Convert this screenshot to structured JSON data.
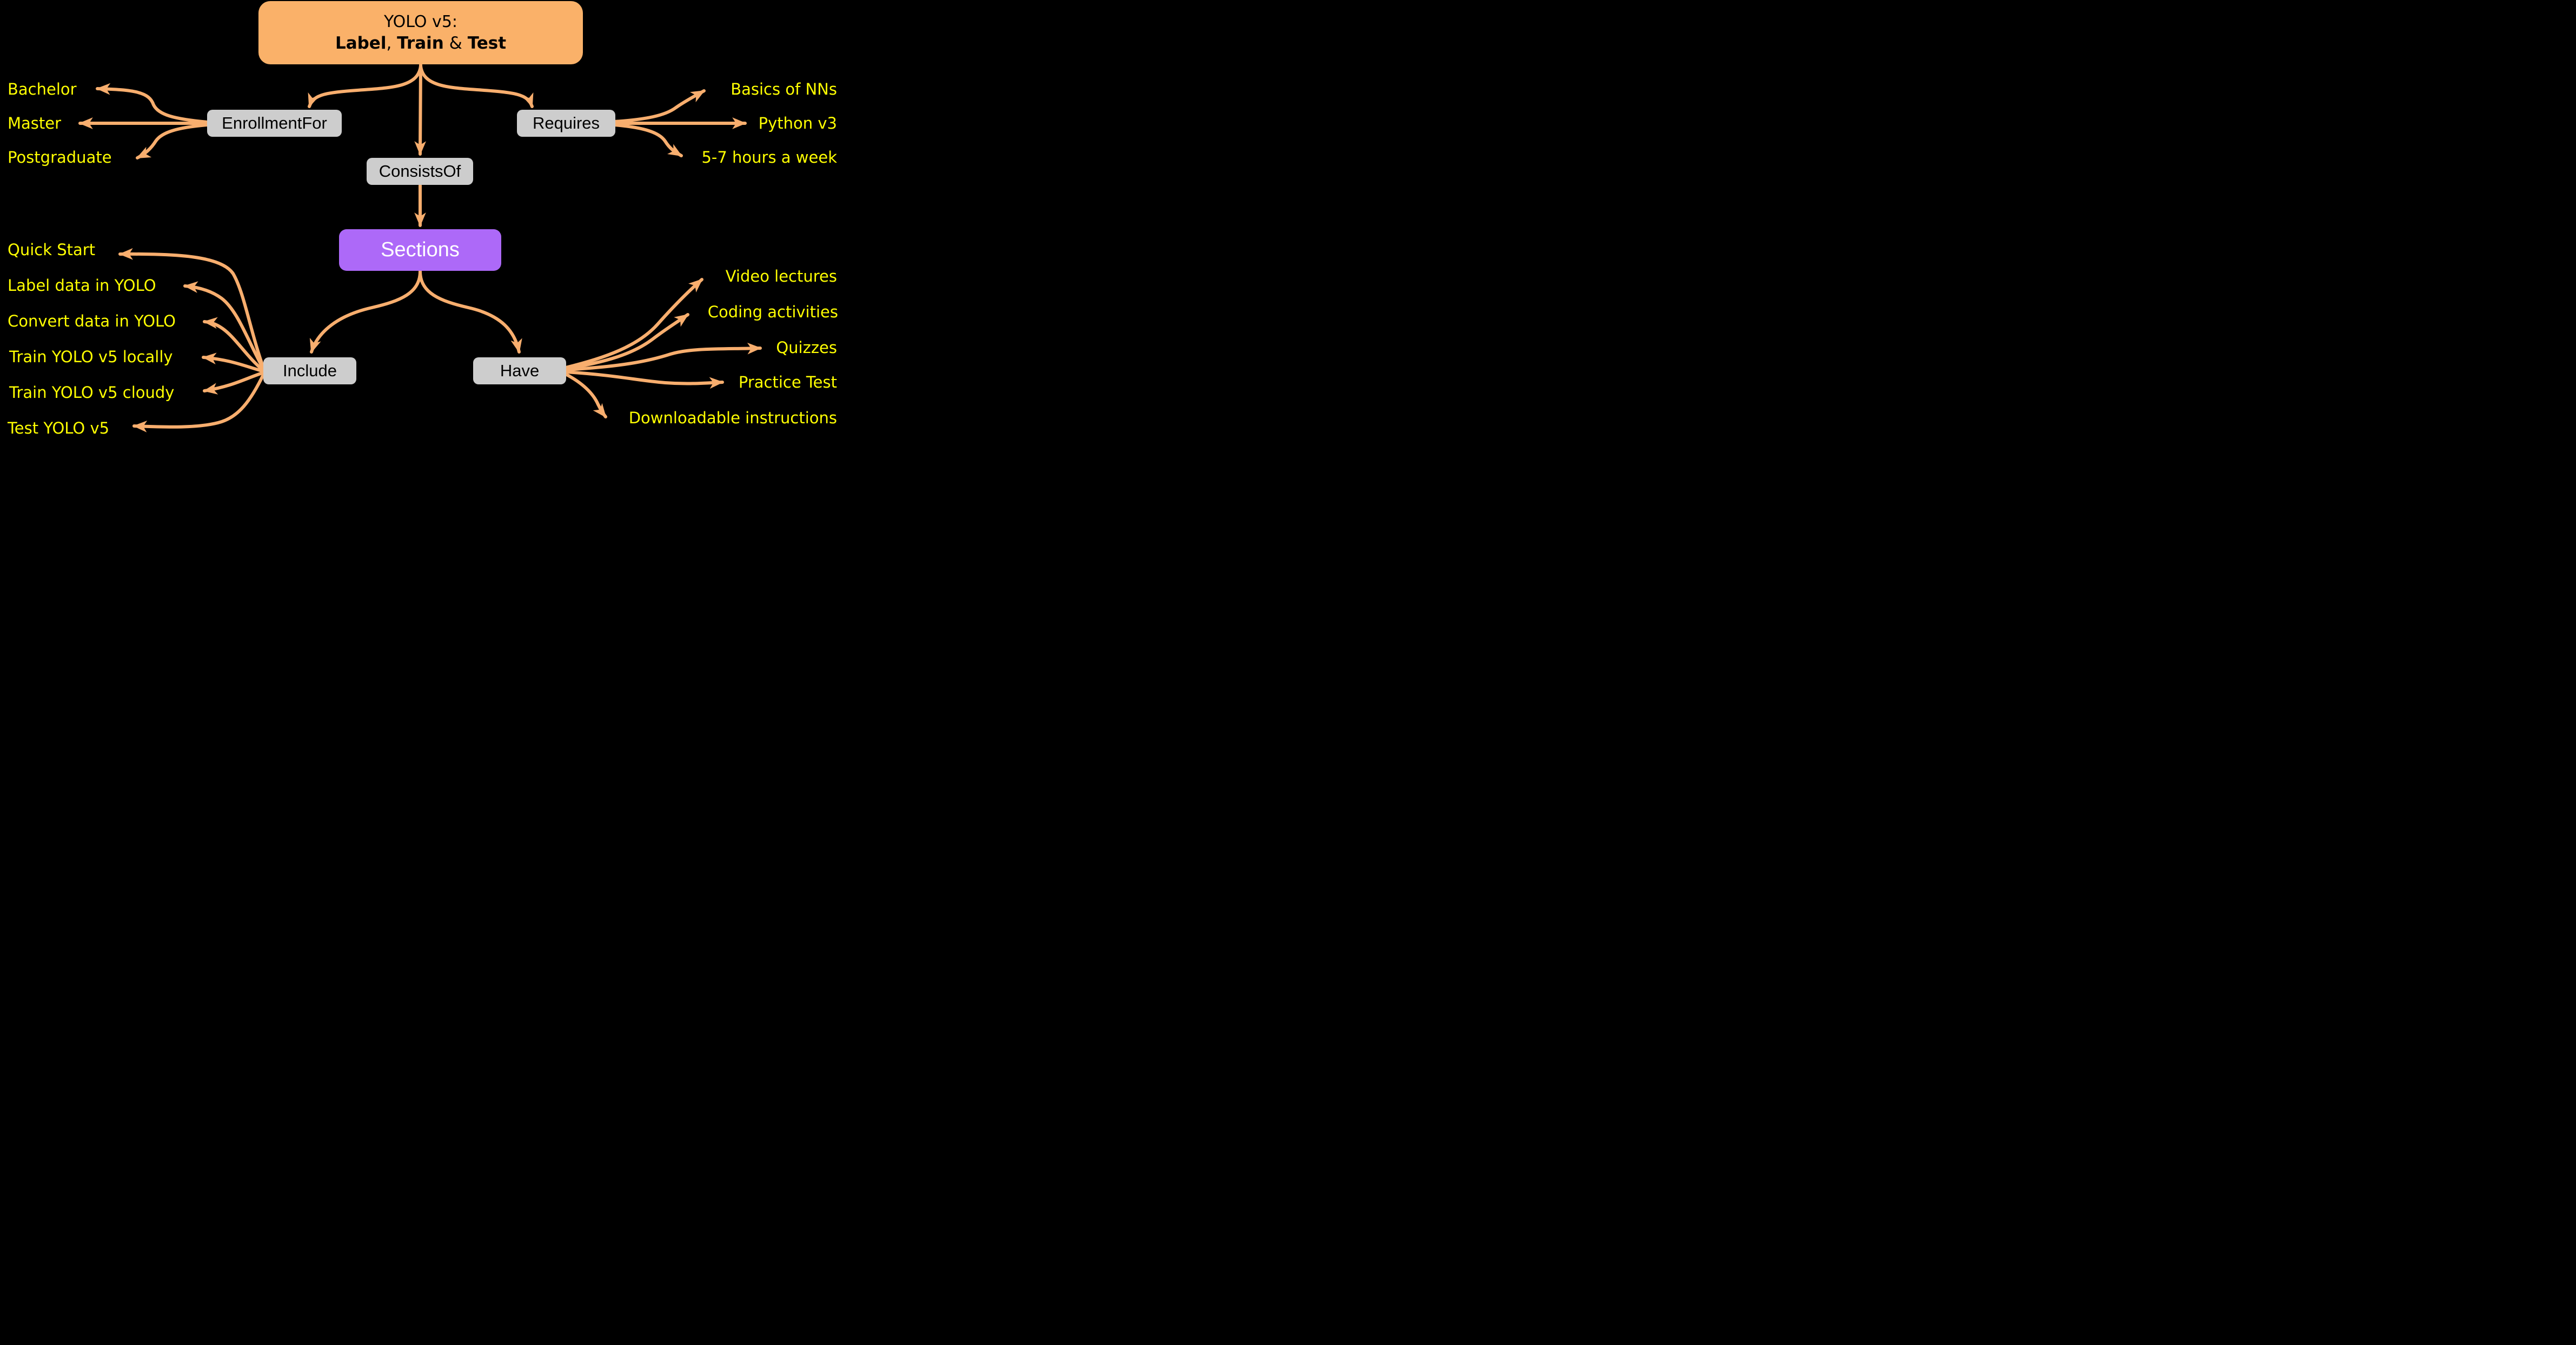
{
  "colors": {
    "background": "#000000",
    "arrow": "#F8AE6E",
    "root-bg": "#FAB169",
    "relation-bg": "#CDCDCD",
    "section-bg": "#AD69F8",
    "leaf-text": "#FFFF00",
    "node-text": "#000000",
    "section-text": "#FFFFFF"
  },
  "root": {
    "line1": "YOLO v5:",
    "line2_parts": [
      "Label",
      ", ",
      "Train",
      " & ",
      "Test"
    ]
  },
  "labels": {
    "enrollment": "EnrollmentFor",
    "requires": "Requires",
    "consists": "ConsistsOf",
    "sections": "Sections",
    "include": "Include",
    "have": "Have"
  },
  "leaves": {
    "enrollment": [
      "Bachelor",
      "Master",
      "Postgraduate"
    ],
    "requires": [
      "Basics of NNs",
      "Python v3",
      "5-7 hours a week"
    ],
    "include": [
      "Quick Start",
      "Label data in YOLO",
      "Convert data in YOLO",
      "Train YOLO v5 locally",
      "Train YOLO v5 cloudy",
      "Test YOLO v5"
    ],
    "have": [
      "Video lectures",
      "Coding activities",
      "Quizzes",
      "Practice Test",
      "Downloadable instructions"
    ]
  }
}
